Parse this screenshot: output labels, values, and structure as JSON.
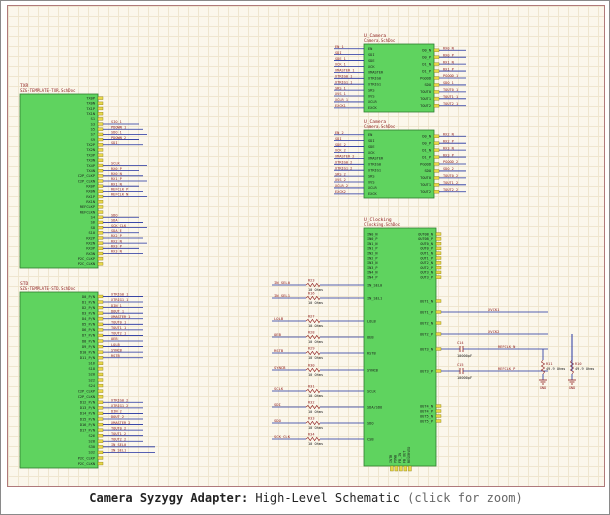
{
  "caption": {
    "bold": "Camera Syzygy Adapter:",
    "rest": " High-Level Schematic ",
    "zoom": "(click for zoom)"
  },
  "colors": {
    "block_fill": "#5fd35f",
    "wire": "#1f2f9e",
    "label": "#8b1a1a",
    "pin_text": "#1a1a1a",
    "component": "#8b1a1a"
  },
  "blocks": {
    "txr": {
      "designator": "TXR",
      "file": "SZG-TEMPLATE-TXR.SchDoc",
      "pins": [
        "TX0P",
        "TX0N",
        "TX1P",
        "TX1N",
        "S1",
        "S3",
        "S5",
        "S7",
        "S9",
        "TX2P",
        "TX2N",
        "TX3P",
        "TX3N",
        "TX4P",
        "TX4N",
        "C2P_CLKP",
        "C2P_CLKN",
        "RX0P",
        "RX0N",
        "RX1P",
        "RX1N",
        "REFCLKP",
        "REFCLKN",
        "S4",
        "S6",
        "S8",
        "S10",
        "RX2P",
        "RX2N",
        "RX3P",
        "RX3N",
        "P2C_CLKP",
        "P2C_CLKN"
      ],
      "wires": [
        "SIO_1",
        "PDOWN_1",
        "SDO_1",
        "PDOWN_2",
        "SDI",
        "SCLK",
        "RX0_P",
        "RX0_N",
        "RX1_P",
        "RX1_N",
        "REFCLK_P",
        "REFCLK_N",
        "SDO",
        "SDA",
        "SCK_CLK",
        "SDA_E",
        "RX2_P",
        "RX2_N",
        "RX3_P",
        "RX3_N"
      ]
    },
    "std": {
      "designator": "STD",
      "file": "SZG-TEMPLATE-STD.SchDoc",
      "pins": [
        "D0_P/N",
        "D1_P/N",
        "D2_P/N",
        "D3_P/N",
        "D4_P/N",
        "D5_P/N",
        "D6_P/N",
        "D7_P/N",
        "D8_P/N",
        "D9_P/N",
        "D10_P/N",
        "D11_P/N",
        "S16",
        "S18",
        "S20",
        "S22",
        "S24",
        "C2P_CLKP",
        "C2P_CLKN",
        "D12_P/N",
        "D13_P/N",
        "D14_P/N",
        "D15_P/N",
        "D16_P/N",
        "D17_P/N",
        "S26",
        "S28",
        "S30",
        "S32",
        "P2C_CLKP",
        "P2C_CLKN"
      ],
      "wires": [
        "XTRIG0_1",
        "XTRIG1_1",
        "DIN_1",
        "DOUT_1",
        "XMASTER_1",
        "TOUT0_1",
        "TOUT1_1",
        "TOUT2_1",
        "OEB",
        "LOLB",
        "SYNCB",
        "RSTB",
        "XTRIG0_2",
        "XTRIG1_2",
        "DIN_2",
        "DOUT_2",
        "XMASTER_2",
        "TOUT0_2",
        "TOUT1_2",
        "TOUT2_2",
        "IN_SEL0",
        "IN_SEL1"
      ]
    },
    "cam1": {
      "designator": "U_Camera",
      "file": "Camera.SchDoc",
      "left_pins": [
        "EN",
        "SDI",
        "SDE",
        "XCK",
        "XMASTER",
        "XTRIG0",
        "XTRIG1",
        "SRS",
        "XVS",
        "XCLR",
        "EXCK"
      ],
      "right_pins": [
        "D0_N",
        "D0_P",
        "D1_N",
        "D1_P",
        "PGOOD",
        "SDO",
        "TOUT0",
        "TOUT1",
        "TOUT2"
      ],
      "left_nets": [
        "EN_1",
        "SDI",
        "SDE_1",
        "XCK_1",
        "XMASTER_1",
        "XTRIG0_1",
        "XTRIG1_1",
        "SRS_1",
        "XVS_1",
        "XCLR_1",
        "EXCK1"
      ],
      "right_nets": [
        "RX0_N",
        "RX0_P",
        "RX1_N",
        "RX1_P",
        "PGOOD_1",
        "SDO_1",
        "TOUT0_1",
        "TOUT1_1",
        "TOUT2_1"
      ]
    },
    "cam2": {
      "designator": "U_Camera",
      "file": "Camera.SchDoc",
      "left_pins": [
        "EN",
        "SDI",
        "SDE",
        "XCK",
        "XMASTER",
        "XTRIG0",
        "XTRIG1",
        "SRS",
        "XVS",
        "XCLR",
        "EXCK"
      ],
      "right_pins": [
        "D0_N",
        "D0_P",
        "D1_N",
        "D1_P",
        "PGOOD",
        "SDO",
        "TOUT0",
        "TOUT1",
        "TOUT2"
      ],
      "left_nets": [
        "EN_2",
        "SDI",
        "SDE_2",
        "XCK_2",
        "XMASTER_2",
        "XTRIG0_2",
        "XTRIG1_2",
        "SRS_2",
        "XVS_2",
        "XCLR_2",
        "EXCK2"
      ],
      "right_nets": [
        "RX2_N",
        "RX2_P",
        "RX3_N",
        "RX3_P",
        "PGOOD_2",
        "SDO_2",
        "TOUT0_2",
        "TOUT1_2",
        "TOUT2_2"
      ]
    },
    "clock": {
      "designator": "U_Clocking",
      "file": "Clocking.SchDoc",
      "top_left_pins": [
        "IN0_N",
        "IN0_P",
        "IN1_N",
        "IN1_P",
        "IN2_N",
        "IN2_P",
        "IN3_N",
        "IN3_P",
        "IN4_N",
        "IN4_P"
      ],
      "top_right_pins": [
        "OUT0B_N",
        "OUT0B_P",
        "OUT0_N",
        "OUT0_P",
        "OUT1_N",
        "OUT1_P",
        "OUT2_N",
        "OUT2_P",
        "OUT3_N",
        "OUT3_P"
      ],
      "left_pins": [
        "IN_SEL0",
        "IN_SEL1",
        "LOLB",
        "OEB",
        "RSTB",
        "SYNCB",
        "SCLK",
        "SDA/SDO",
        "SDO",
        "CSB"
      ],
      "right_pins": [
        "OUT1_N",
        "OUT1_P",
        "OUT2_N",
        "OUT2_P",
        "OUT3_N",
        "OUT3_P"
      ],
      "bottom_right_pins": [
        "OUT4_N",
        "OUT4_P",
        "OUT5_N",
        "OUT5_P"
      ],
      "bottom_pins": [
        "INTR",
        "PDNB",
        "FB_IN",
        "FB_OUT",
        "RESERVED"
      ]
    }
  },
  "components": {
    "resistors": [
      {
        "ref": "R23",
        "value": "10 Ohms",
        "net": "IN_SEL0"
      },
      {
        "ref": "R16",
        "value": "10 Ohms",
        "net": "IN_SEL1"
      },
      {
        "ref": "R27",
        "value": "10 Ohms",
        "net": "LOLB"
      },
      {
        "ref": "R28",
        "value": "10 Ohms",
        "net": "OEB"
      },
      {
        "ref": "R29",
        "value": "10 Ohms",
        "net": "RSTB"
      },
      {
        "ref": "R30",
        "value": "10 Ohms",
        "net": "SYNCB"
      },
      {
        "ref": "R31",
        "value": "10 Ohms",
        "net": "SCLK"
      },
      {
        "ref": "R32",
        "value": "10 Ohms",
        "net": "SDI"
      },
      {
        "ref": "R33",
        "value": "10 Ohms",
        "net": "SDO"
      },
      {
        "ref": "R34",
        "value": "10 Ohms",
        "net": "SCK_CLK"
      }
    ],
    "out_nets": [
      "XVCK1",
      "XVCK2"
    ],
    "caps": [
      {
        "ref": "C14",
        "value": "10000pF",
        "net": "REFCLK_N"
      },
      {
        "ref": "C15",
        "value": "10000pF",
        "net": "REFCLK_P"
      }
    ],
    "terminations": [
      {
        "ref": "R11",
        "value": "49.9 Ohms",
        "gnd": "GND"
      },
      {
        "ref": "R10",
        "value": "49.9 Ohms",
        "gnd": "GND"
      }
    ]
  }
}
